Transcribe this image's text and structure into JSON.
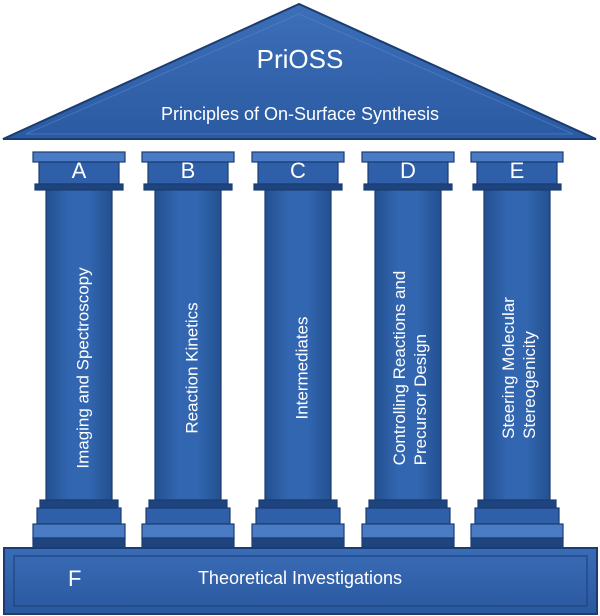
{
  "roof": {
    "title": "PriOSS",
    "subtitle": "Principles of On-Surface Synthesis"
  },
  "pillars": [
    {
      "letter": "A",
      "label": "Imaging and Spectroscopy"
    },
    {
      "letter": "B",
      "label": "Reaction Kinetics"
    },
    {
      "letter": "C",
      "label": "Intermediates"
    },
    {
      "letter": "D",
      "label": "Controlling Reactions and\nPrecursor Design"
    },
    {
      "letter": "E",
      "label": "Steering Molecular\nStereogenicity"
    }
  ],
  "base": {
    "letter": "F",
    "label": "Theoretical Investigations"
  },
  "colors": {
    "main": "#2f5fa8",
    "dark": "#1e447f",
    "light": "#4a7cc6",
    "stroke": "#1b3c70",
    "text": "#ffffff"
  }
}
